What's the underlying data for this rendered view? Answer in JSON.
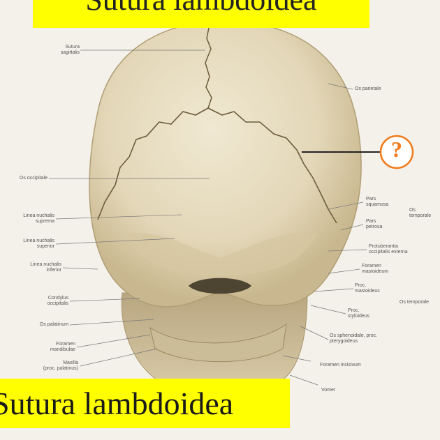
{
  "top_banner": {
    "text": "Sutura lambdoidea"
  },
  "caption": {
    "text": "Sutura lambdoidea"
  },
  "question_marker": {
    "symbol": "?",
    "color": "#f07a1a"
  },
  "left_labels": [
    {
      "text": "Sutura\nsagittalis"
    },
    {
      "text": "Os occipitale"
    },
    {
      "text": "Linea nuchalis\nsuprema"
    },
    {
      "text": "Linea nuchalis\nsuperior"
    },
    {
      "text": "Linea nuchalis\ninferior"
    },
    {
      "text": "Condylus\noccipitalis"
    },
    {
      "text": "Os palatinum"
    },
    {
      "text": "Foramen\nmandibulae"
    },
    {
      "text": "Maxilla\n(proc. palatinus)"
    }
  ],
  "right_labels": [
    {
      "text": "Os parietale"
    },
    {
      "text": "Pars\nsquamosa"
    },
    {
      "text": "Pars\npetrosa"
    },
    {
      "text": "Os\ntemporale"
    },
    {
      "text": "Protuberantia\noccipitalis externa"
    },
    {
      "text": "Foramen\nmastoideum"
    },
    {
      "text": "Proc.\nmastoideus"
    },
    {
      "text": "Proc.\nstyloideus"
    },
    {
      "text": "Os temporale"
    },
    {
      "text": "Os sphenoidale, proc.\npterygoideus"
    },
    {
      "text": "Foramen incisivum"
    },
    {
      "text": "Vomer"
    }
  ],
  "colors": {
    "banner": "#ffff00",
    "bone": "#e6dcc0",
    "background": "#f4f1ea"
  }
}
